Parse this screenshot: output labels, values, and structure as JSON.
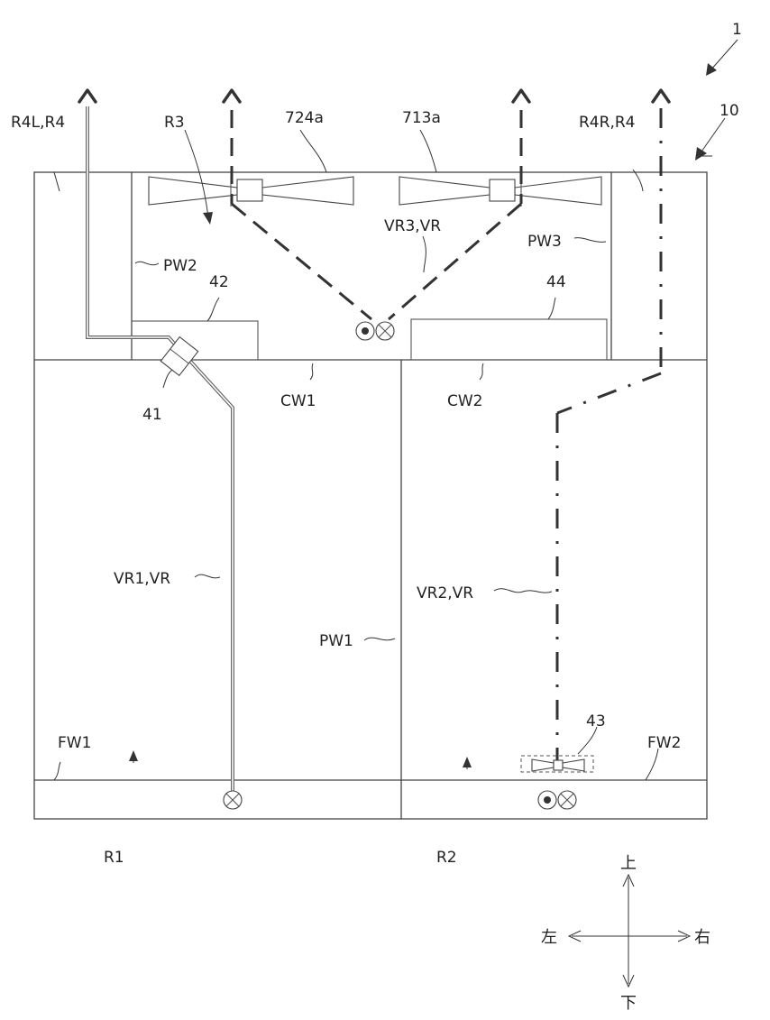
{
  "labels": {
    "fig_ref": "1",
    "body_ref": "10",
    "r4l": "R4L,R4",
    "r3": "R3",
    "fan_left": "724a",
    "fan_right": "713a",
    "r4r": "R4R,R4",
    "vr3": "VR3,VR",
    "pw3": "PW3",
    "pw2": "PW2",
    "n42": "42",
    "n44": "44",
    "n41": "41",
    "cw1": "CW1",
    "cw2": "CW2",
    "vr1": "VR1,VR",
    "vr2": "VR2,VR",
    "pw1": "PW1",
    "n43": "43",
    "fw1": "FW1",
    "fw2": "FW2",
    "r1": "R1",
    "r2": "R2"
  },
  "directions": {
    "up": "上",
    "down": "下",
    "left": "左",
    "right": "右"
  }
}
